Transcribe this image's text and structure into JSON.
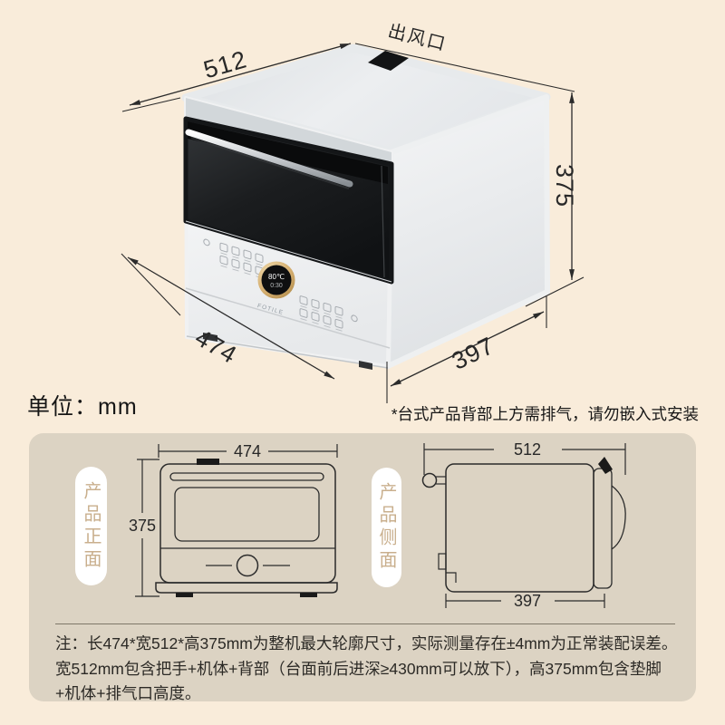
{
  "colors": {
    "background": "#f9ecda",
    "panel": "#dcd3c3",
    "line": "#2b2b2b",
    "badge_text": "#c9af8d",
    "knob_ring_gold": "#c9a266",
    "door_black": "#17191b"
  },
  "unit_label": "单位：mm",
  "vent_warning": "*台式产品背部上方需排气，请勿嵌入式安装",
  "iso_view": {
    "air_outlet_label": "出风口",
    "dim_depth_top": "512",
    "dim_height": "375",
    "dim_width_front": "474",
    "dim_depth_bottom": "397",
    "knob_temp": "80℃",
    "knob_time": "0:30",
    "brand": "FOTILE"
  },
  "front_view": {
    "badge": "产品正面",
    "dim_width": "474",
    "dim_height": "375"
  },
  "side_view": {
    "badge": "产品侧面",
    "dim_width": "512",
    "dim_depth": "397"
  },
  "footnote": "注：长474*宽512*高375mm为整机最大轮廓尺寸，实际测量存在±4mm为正常装配误差。宽512mm包含把手+机体+背部（台面前后进深≥430mm可以放下），高375mm包含垫脚+机体+排气口高度。"
}
